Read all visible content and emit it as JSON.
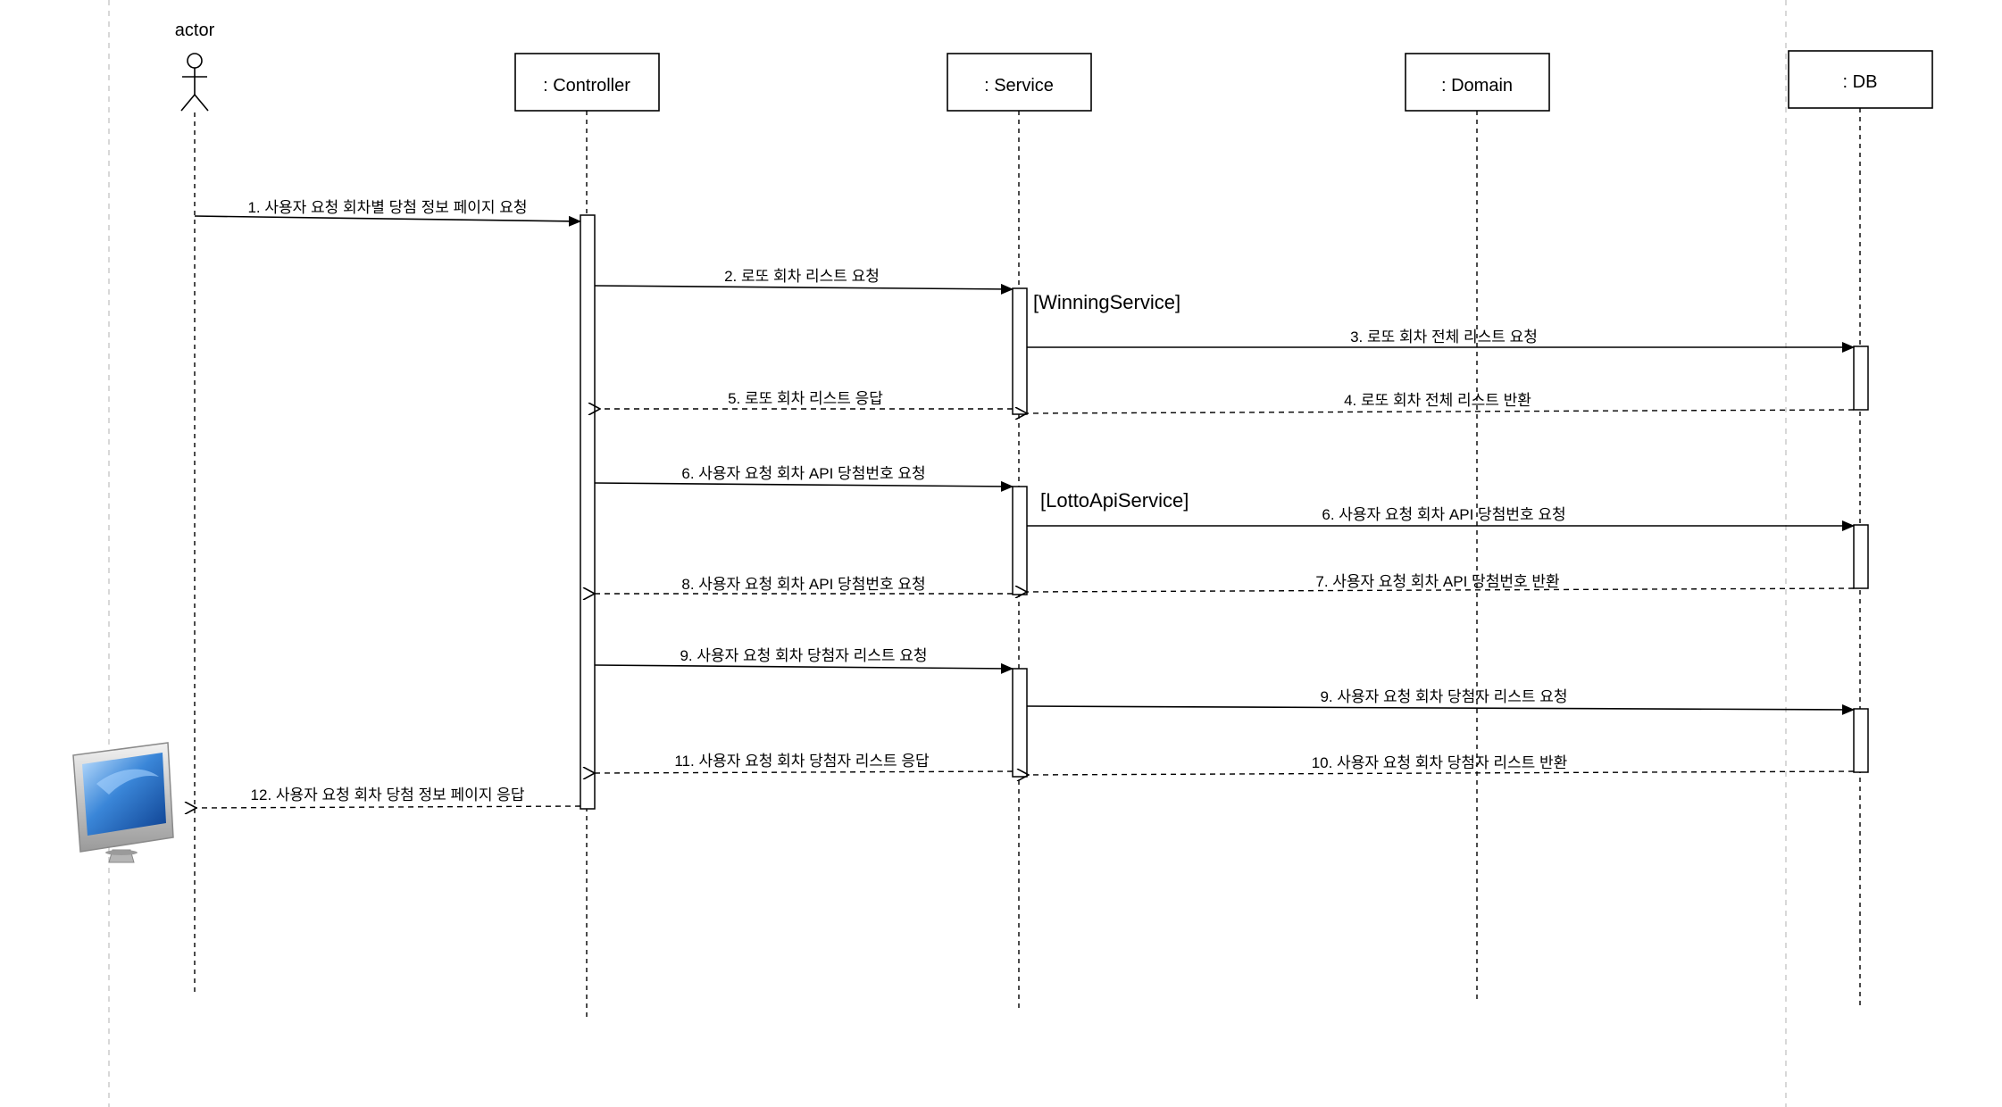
{
  "actor": {
    "label": "actor"
  },
  "participants": [
    {
      "id": "controller",
      "label": ": Controller"
    },
    {
      "id": "service",
      "label": ": Service"
    },
    {
      "id": "domain",
      "label": ": Domain"
    },
    {
      "id": "db",
      "label": ": DB"
    }
  ],
  "notes": {
    "winning": "[WinningService]",
    "lotto_api": "[LottoApiService]"
  },
  "messages": [
    {
      "id": "m1",
      "label": "1.  사용자 요청 회차별 당첨 정보 페이지 요청",
      "kind": "call"
    },
    {
      "id": "m2",
      "label": "2. 로또 회차 리스트 요청",
      "kind": "call"
    },
    {
      "id": "m3",
      "label": "3. 로또 회차 전체 리스트 요청",
      "kind": "call"
    },
    {
      "id": "m4",
      "label": "4. 로또 회차 전체 리스트 반환",
      "kind": "return"
    },
    {
      "id": "m5",
      "label": "5. 로또 회차 리스트 응답",
      "kind": "return"
    },
    {
      "id": "m6a",
      "label": "6. 사용자 요청 회차 API 당첨번호 요청",
      "kind": "call"
    },
    {
      "id": "m6b",
      "label": "6. 사용자 요청 회차 API 당첨번호 요청",
      "kind": "call"
    },
    {
      "id": "m7",
      "label": "7. 사용자 요청 회차 API 당첨번호 반환",
      "kind": "return"
    },
    {
      "id": "m8",
      "label": "8. 사용자 요청 회차 API 당첨번호 요청",
      "kind": "return"
    },
    {
      "id": "m9a",
      "label": "9. 사용자 요청 회차 당첨자 리스트 요청",
      "kind": "call"
    },
    {
      "id": "m9b",
      "label": "9. 사용자 요청 회차 당첨자 리스트 요청",
      "kind": "call"
    },
    {
      "id": "m10",
      "label": "10. 사용자 요청 회차 당첨자 리스트 반환",
      "kind": "return"
    },
    {
      "id": "m11",
      "label": "11. 사용자 요청 회차 당첨자 리스트 응답",
      "kind": "return"
    },
    {
      "id": "m12",
      "label": "12. 사용자 요청 회차 당첨 정보 페이지 응답",
      "kind": "return"
    }
  ],
  "icons": {
    "client": "monitor-icon"
  },
  "colors": {
    "line": "#000000",
    "guide": "#cccccc",
    "monitor_screen": "#3a86d8"
  }
}
